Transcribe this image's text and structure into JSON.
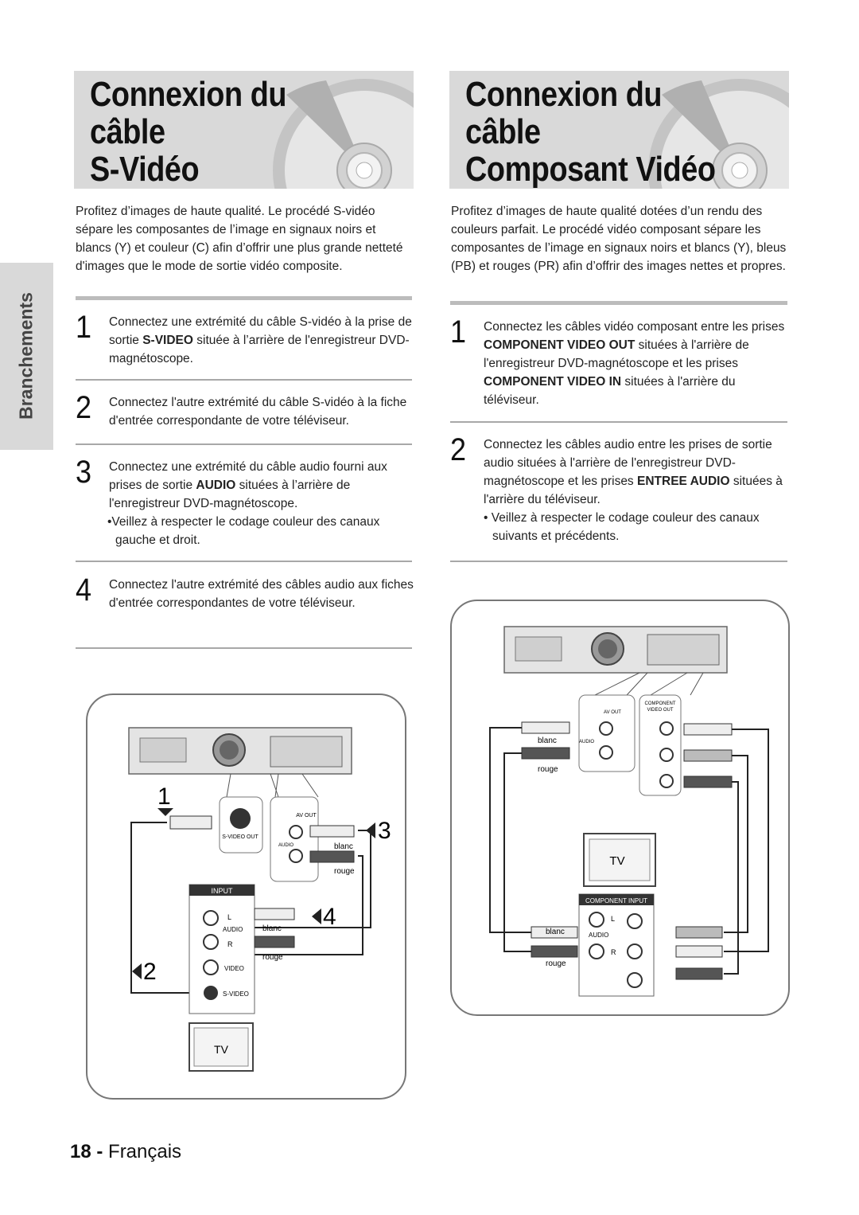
{
  "side_tab": "Branchements",
  "left": {
    "title_line1": "Connexion du câble",
    "title_line2": "S-Vidéo",
    "intro": "Profitez d’images de haute qualité. Le procédé S-vidéo sépare les composantes de l’image en signaux noirs et blancs (Y) et couleur (C) afin d’offrir une plus grande netteté d'images que le mode de sortie vidéo composite.",
    "steps": [
      {
        "num": "1",
        "pre": "Connectez une extrémité du câble S-vidéo à la prise de sortie ",
        "bold": "S-VIDEO",
        "post": " située à l’arrière de l'enregistreur DVD-magnétoscope.",
        "note": ""
      },
      {
        "num": "2",
        "pre": "Connectez l'autre extrémité du câble S-vidéo à la fiche d'entrée correspondante de votre téléviseur.",
        "bold": "",
        "post": "",
        "note": ""
      },
      {
        "num": "3",
        "pre": "Connectez une extrémité du câble audio fourni aux prises de sortie ",
        "bold": "AUDIO",
        "post": " situées à l’arrière de l'enregistreur DVD-magnétoscope.",
        "note": "•Veillez à respecter le codage couleur des canaux gauche et droit."
      },
      {
        "num": "4",
        "pre": "Connectez l'autre extrémité des câbles audio aux fiches d'entrée correspondantes de votre téléviseur.",
        "bold": "",
        "post": "",
        "note": ""
      }
    ],
    "diagram": {
      "step_marks": [
        "1",
        "2",
        "3",
        "4"
      ],
      "av_out": "AV OUT",
      "s_video_out": "S-VIDEO OUT",
      "audio": "AUDIO",
      "input": "INPUT",
      "l": "L",
      "r": "R",
      "video": "VIDEO",
      "s_video": "S-VIDEO",
      "blanc": "blanc",
      "rouge": "rouge",
      "tv": "TV"
    }
  },
  "right": {
    "title_line1": "Connexion du câble",
    "title_line2": "Composant Vidéo",
    "intro": "Profitez d’images de haute qualité dotées d’un rendu des couleurs parfait. Le procédé vidéo composant sépare les composantes de l’image en signaux noirs et blancs (Y), bleus (PB) et rouges (PR) afin d’offrir des images nettes et propres.",
    "steps": [
      {
        "num": "1",
        "pre": "Connectez les câbles vidéo composant entre les prises ",
        "bold": "COMPONENT VIDEO OUT",
        "post": " situées à l'arrière de l'enregistreur DVD-magnétoscope et les prises ",
        "bold2": "COMPONENT VIDEO IN",
        "post2": " situées à l'arrière du téléviseur.",
        "note": ""
      },
      {
        "num": "2",
        "pre": "Connectez les câbles audio entre les prises de sortie audio situées à l'arrière de l'enregistreur DVD-magnétoscope et les prises ",
        "bold": "ENTREE AUDIO",
        "post": " situées à l'arrière du téléviseur.",
        "note": "• Veillez à respecter le codage couleur des canaux suivants et précédents."
      }
    ],
    "diagram": {
      "av_out": "AV OUT",
      "audio": "AUDIO",
      "component": "COMPONENT",
      "video_out": "VIDEO OUT",
      "component_input": "COMPONENT INPUT",
      "l": "L",
      "r": "R",
      "blanc": "blanc",
      "rouge": "rouge",
      "tv": "TV"
    }
  },
  "footer": {
    "page": "18 -",
    "lang": "Français"
  }
}
